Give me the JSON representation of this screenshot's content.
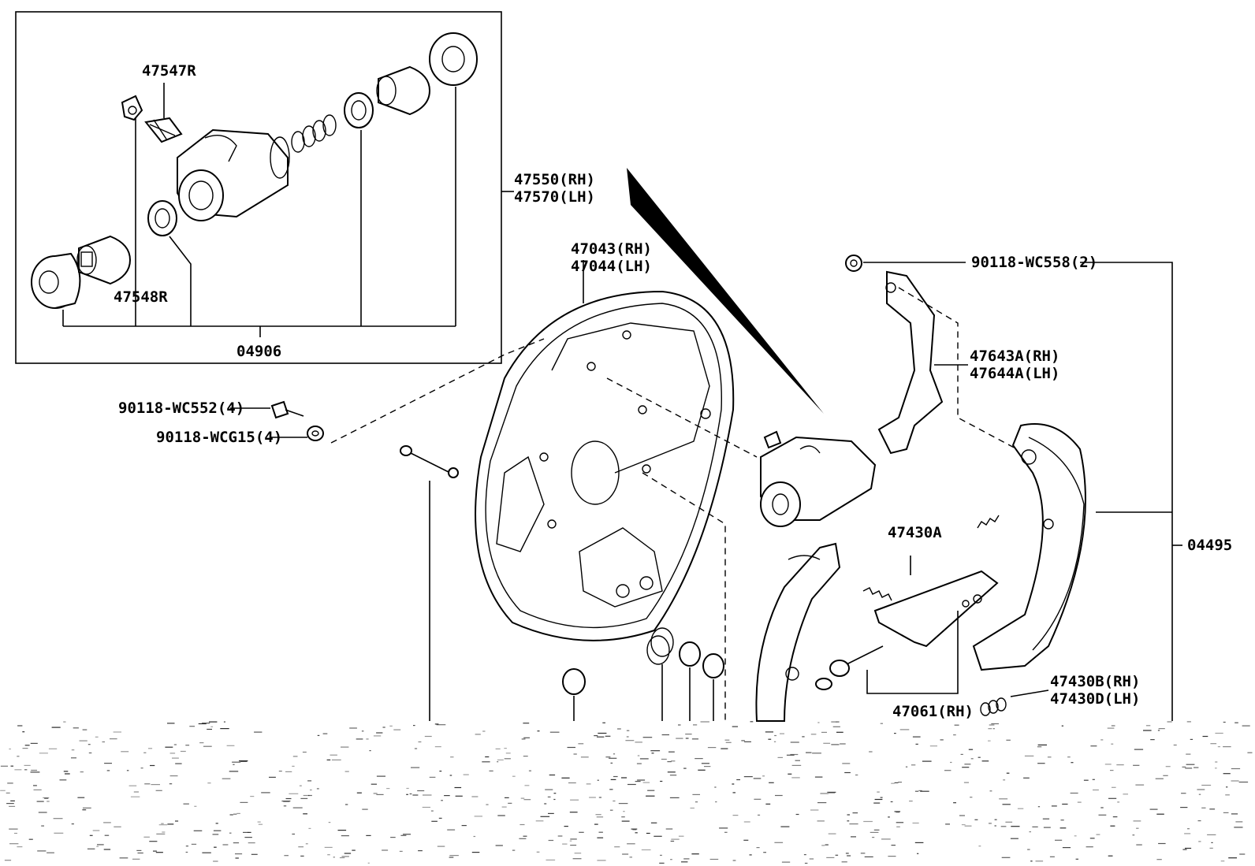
{
  "labels": {
    "p47547R": "47547R",
    "p47548R": "47548R",
    "p04906": "04906",
    "p47550": "47550(RH)",
    "p47570": "47570(LH)",
    "p47043": "47043(RH)",
    "p47044": "47044(LH)",
    "p90118_WC558": "90118-WC558(2)",
    "p47643A": "47643A(RH)",
    "p47644A": "47644A(LH)",
    "p90118_WC552": "90118-WC552(4)",
    "p90118_WCG15": "90118-WCG15(4)",
    "p47430A": "47430A",
    "p04495": "04495",
    "p47430B": "47430B(RH)",
    "p47430D": "47430D(LH)",
    "p47061": "47061(RH)"
  },
  "colors": {
    "ink": "#000000",
    "background": "#ffffff"
  }
}
